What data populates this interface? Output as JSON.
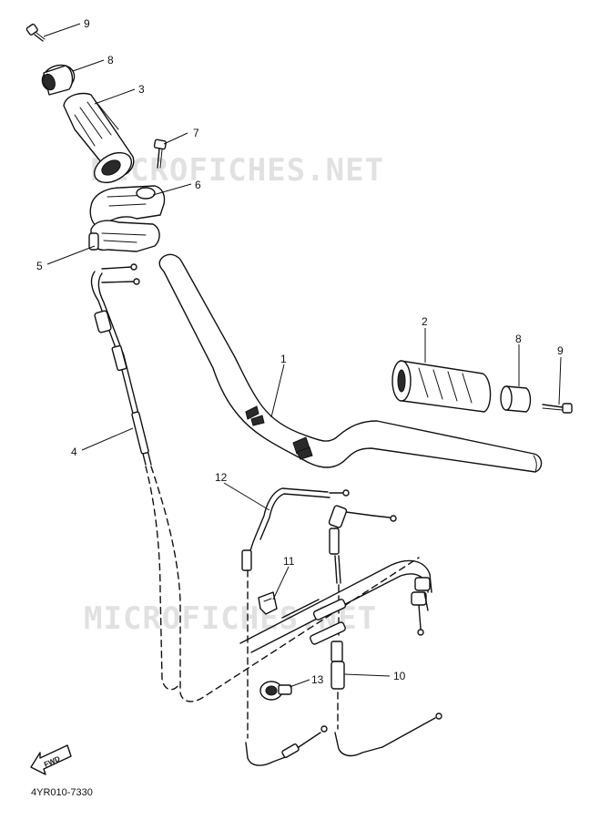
{
  "watermarks": [
    "MICROFICHES.NET",
    "MICROFICHES.NET"
  ],
  "callouts": {
    "c1": "1",
    "c2": "2",
    "c3": "3",
    "c4": "4",
    "c5": "5",
    "c6": "6",
    "c7": "7",
    "c8_left": "8",
    "c8_right": "8",
    "c9_left": "9",
    "c9_right": "9",
    "c10": "10",
    "c11": "11",
    "c12": "12",
    "c13": "13"
  },
  "fwd_label": "FWD",
  "diagram_code": "4YR010-7330"
}
